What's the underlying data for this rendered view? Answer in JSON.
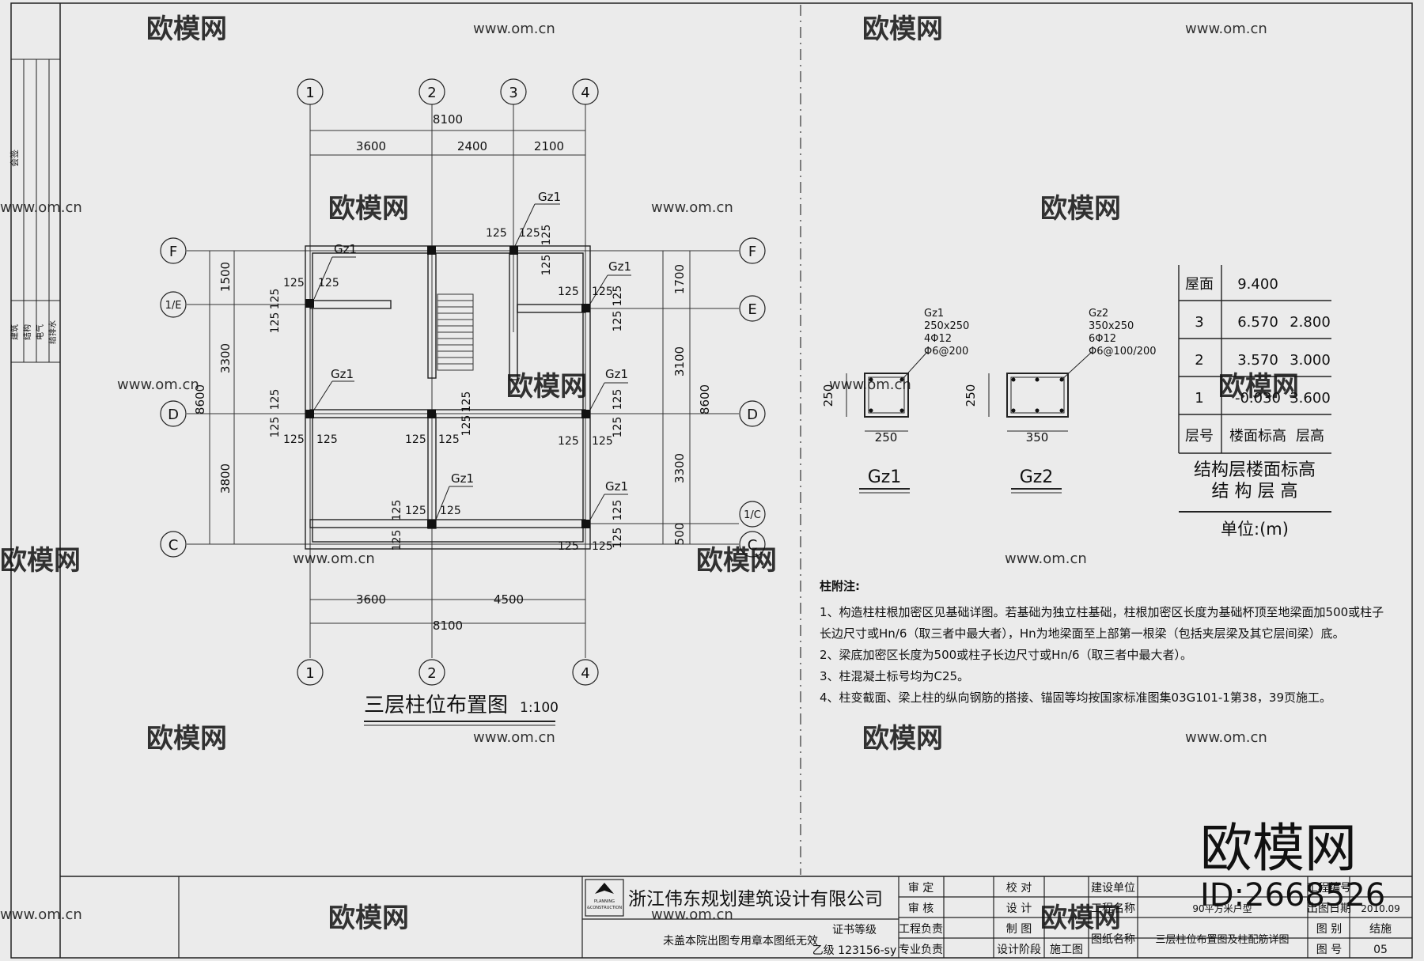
{
  "plan": {
    "title": "三层柱位布置图",
    "scale": "1:100",
    "axes_top": [
      "1",
      "2",
      "3",
      "4"
    ],
    "axes_bottom": [
      "1",
      "2",
      "4"
    ],
    "axes_left": [
      "F",
      "1/E",
      "D",
      "C"
    ],
    "axes_right": [
      "F",
      "E",
      "D",
      "1/C",
      "C"
    ],
    "dim_top_total": "8100",
    "dim_top": [
      "3600",
      "2400",
      "2100"
    ],
    "dim_bottom": [
      "3600",
      "4500"
    ],
    "dim_bottom_total": "8100",
    "dim_left_total": "8600",
    "dim_left": [
      "1500",
      "3300",
      "3800"
    ],
    "dim_right_total": "8600",
    "dim_right": [
      "1700",
      "3100",
      "3300",
      "500"
    ],
    "column_tag": "Gz1",
    "offset_dim": "125"
  },
  "sections": [
    {
      "name": "Gz1",
      "tag": "Gz1",
      "size": "250x250",
      "rebar": "4Φ12",
      "stirrup": "Φ6@200",
      "width": "250",
      "height": "250"
    },
    {
      "name": "Gz2",
      "tag": "Gz2",
      "size": "350x250",
      "rebar": "6Φ12",
      "stirrup": "Φ6@100/200",
      "width": "350",
      "height": "250"
    }
  ],
  "level_table": {
    "rows": [
      [
        "屋面",
        "9.400",
        ""
      ],
      [
        "3",
        "6.570",
        "2.800"
      ],
      [
        "2",
        "3.570",
        "3.000"
      ],
      [
        "1",
        "-0.030",
        "3.600"
      ]
    ],
    "header": [
      "层号",
      "楼面标高",
      "层高"
    ],
    "caption_1": "结构层楼面标高",
    "caption_2": "结 构 层 高",
    "unit": "单位:(m)"
  },
  "notes": {
    "title": "柱附注:",
    "lines": [
      "1、构造柱柱根加密区见基础详图。若基础为独立柱基础，柱根加密区长度为基础杯顶至地梁面加500或柱子",
      "长边尺寸或Hn/6（取三者中最大者），Hn为地梁面至上部第一根梁（包括夹层梁及其它层间梁）底。",
      "2、梁底加密区长度为500或柱子长边尺寸或Hn/6（取三者中最大者）。",
      "3、柱混凝土标号均为C25。",
      "4、柱变截面、梁上柱的纵向钢筋的搭接、锚固等均按国家标准图集03G101-1第38，39页施工。"
    ]
  },
  "left_strip": {
    "top_label": "会签",
    "labels": [
      "建筑",
      "结构",
      "电气",
      "给排水"
    ]
  },
  "title_block": {
    "company": "浙江伟东规划建筑设计有限公司",
    "logo_text_1": "PLANNING",
    "logo_text_2": "&CONSTRUCTION",
    "notice": "未盖本院出图专用章本图纸无效",
    "cert_label": "证书等级",
    "cert_value": "乙级 123156-sy",
    "review": "审  定",
    "audit": "审  核",
    "engineer": "工程负责",
    "specialist": "专业负责",
    "check": "校  对",
    "design": "设  计",
    "draw": "制  图",
    "stage_label": "设计阶段",
    "stage": "施工图",
    "owner_label": "建设单位",
    "project_label": "工程名称",
    "project": "90平方米户型",
    "drawing_label": "图纸名称",
    "drawing": "三层柱位布置图及柱配筋详图",
    "project_no_label": "工程编号",
    "date_label": "出图日期",
    "date": "2010.09",
    "category_label": "图  别",
    "category": "结施",
    "sheet_label": "图  号",
    "sheet": "05"
  },
  "watermark": {
    "brand": "欧模网",
    "url": "www.om.cn",
    "id": "ID:2668526"
  }
}
